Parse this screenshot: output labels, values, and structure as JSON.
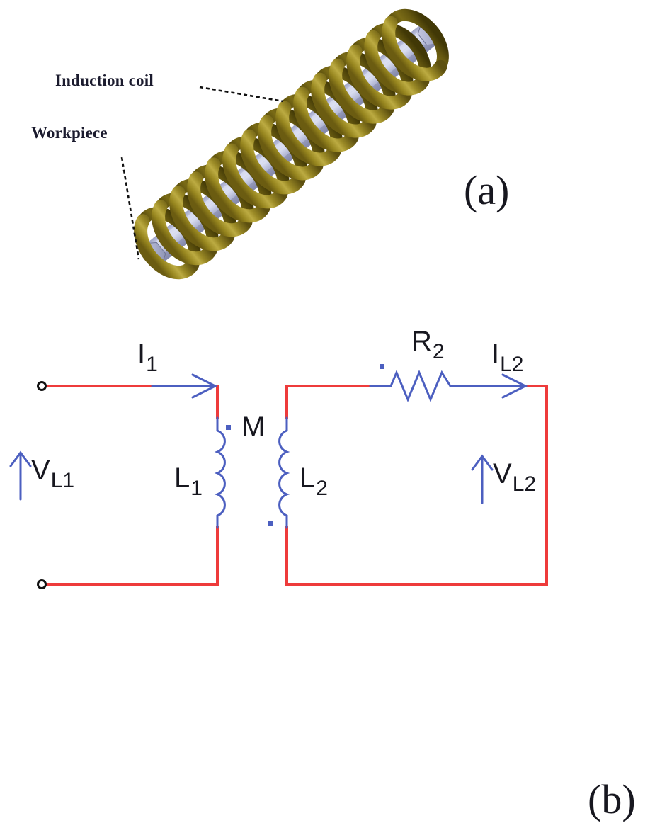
{
  "figure": {
    "panel_a": {
      "letter": "(a)",
      "annotations": [
        {
          "name": "induction-coil",
          "text": "Induction coil"
        },
        {
          "name": "workpiece",
          "text": "Workpiece"
        }
      ],
      "colors": {
        "coil_gold_light": "#b5a33a",
        "coil_gold": "#93811f",
        "coil_gold_dark": "#6c5d12",
        "workpiece_light": "#cfd2e8",
        "workpiece": "#b4b8d6",
        "workpiece_dark": "#8c90b4",
        "leader_line": "#101010"
      }
    },
    "panel_b": {
      "letter": "(b)",
      "colors": {
        "wire_red": "#ee3b3b",
        "wire_blue": "#4c5fc0",
        "terminal_ring": "#121212",
        "text": "#17171f"
      },
      "labels": [
        {
          "name": "primary-current",
          "base": "I",
          "sub": "1"
        },
        {
          "name": "primary-voltage",
          "base": "V",
          "sub": "L1"
        },
        {
          "name": "primary-inductance",
          "base": "L",
          "sub": "1"
        },
        {
          "name": "mutual-inductance",
          "base": "M",
          "sub": ""
        },
        {
          "name": "secondary-inductance",
          "base": "L",
          "sub": "2"
        },
        {
          "name": "secondary-resistance",
          "base": "R",
          "sub": "2"
        },
        {
          "name": "secondary-current",
          "base": "I",
          "sub": "L2"
        },
        {
          "name": "secondary-voltage",
          "base": "V",
          "sub": "L2"
        }
      ],
      "components": {
        "inductor_l1": "coil-symbol",
        "inductor_l2": "coil-symbol",
        "resistor_r2": "zigzag-symbol",
        "terminal_top": "open-circle-terminal",
        "terminal_bottom": "open-circle-terminal",
        "dot_markers": 3,
        "current_arrows": 2,
        "voltage_arrows": 2
      }
    }
  }
}
